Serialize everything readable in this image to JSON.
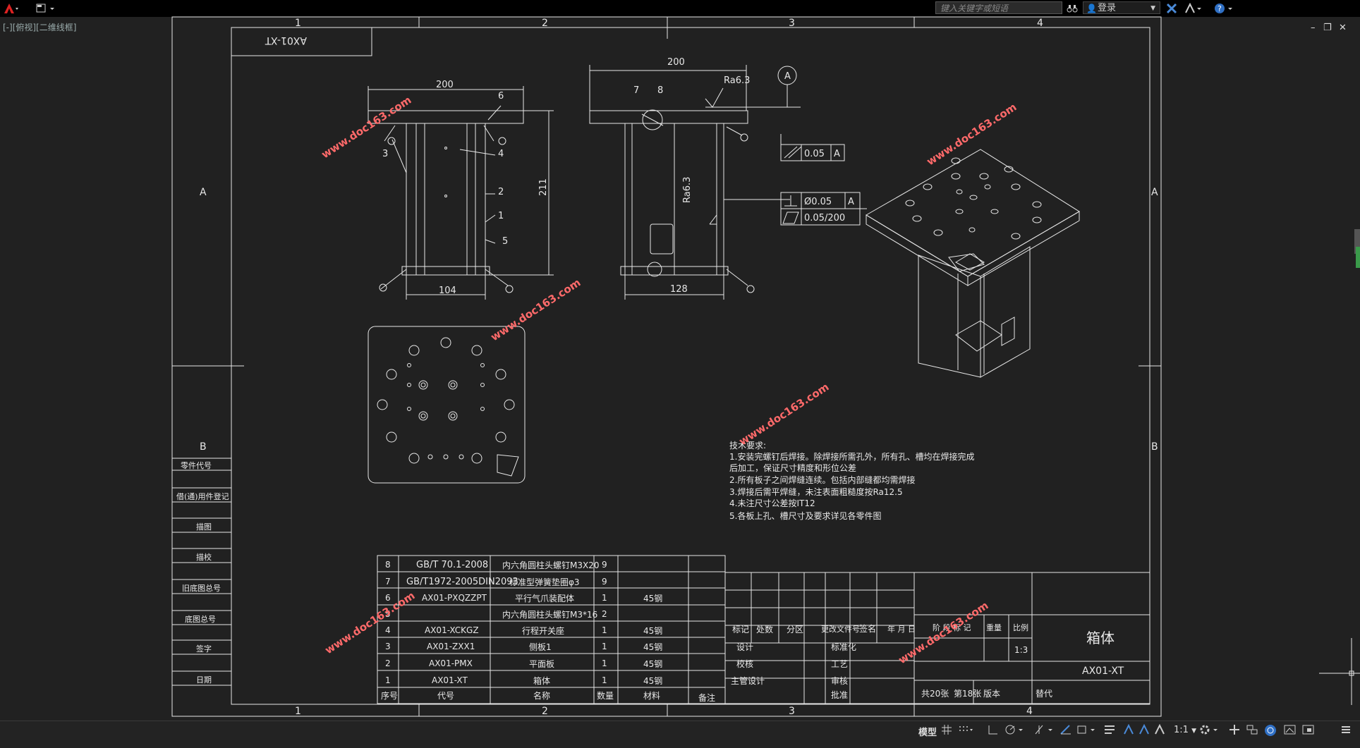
{
  "toolbar": {
    "search_placeholder": "键入关键字或短语",
    "login_label": "登录"
  },
  "viewport_label": "[-][俯视][二维线框]",
  "frame": {
    "col_numbers": [
      "1",
      "2",
      "3",
      "4"
    ],
    "row_letters": [
      "A",
      "B"
    ]
  },
  "title_block_label": "AX01-XT",
  "dimensions": {
    "front_width": "200",
    "front_height": "211",
    "front_base": "104",
    "side_width": "200",
    "side_base": "128",
    "roughness_top": "Ra6.3",
    "roughness_side": "Ra6.3",
    "datum": "A",
    "parallel_tol": "0.05",
    "perp_tol": "Ø0.05",
    "flat_tol": "0.05/200",
    "callouts": [
      "6",
      "3",
      "4",
      "2",
      "1",
      "5",
      "7",
      "8"
    ]
  },
  "tech_notes": {
    "title": "技术要求:",
    "lines": [
      "1.安装完螺钉后焊接。除焊接所需孔外，所有孔、槽均在焊接完成",
      "后加工，保证尺寸精度和形位公差",
      "2.所有板子之间焊缝连续。包括内部缝都均需焊接",
      "3.焊接后需平焊缝，未注表面粗糙度按Ra12.5",
      "4.未注尺寸公差按IT12",
      "5.各板上孔、槽尺寸及要求详见各零件图"
    ]
  },
  "left_panel": [
    "零件代号",
    "借(通)用件登记",
    "描图",
    "描校",
    "旧底图总号",
    "底图总号",
    "签字",
    "日期"
  ],
  "bom": {
    "rows": [
      {
        "no": "8",
        "code": "GB/T 70.1-2008",
        "name": "内六角圆柱头螺钉M3X20",
        "qty": "9",
        "mat": ""
      },
      {
        "no": "7",
        "code": "GB/T1972-2005DIN2093",
        "name": "标准型弹簧垫圈φ3",
        "qty": "9",
        "mat": ""
      },
      {
        "no": "6",
        "code": "AX01-PXQZZPT",
        "name": "平行气爪装配体",
        "qty": "1",
        "mat": "45钢"
      },
      {
        "no": "5",
        "code": "",
        "name": "内六角圆柱头螺钉M3*16",
        "qty": "2",
        "mat": ""
      },
      {
        "no": "4",
        "code": "AX01-XCKGZ",
        "name": "行程开关座",
        "qty": "1",
        "mat": "45钢"
      },
      {
        "no": "3",
        "code": "AX01-ZXX1",
        "name": "侧板1",
        "qty": "1",
        "mat": "45钢"
      },
      {
        "no": "2",
        "code": "AX01-PMX",
        "name": "平面板",
        "qty": "1",
        "mat": "45钢"
      },
      {
        "no": "1",
        "code": "AX01-XT",
        "name": "箱体",
        "qty": "1",
        "mat": "45钢"
      }
    ],
    "headers": {
      "no": "序号",
      "code": "代号",
      "name": "名称",
      "qty": "数量",
      "mat": "材料",
      "note": "备注"
    }
  },
  "title_block": {
    "mark": "标记",
    "count": "处数",
    "zone": "分区",
    "doc_no": "更改文件号",
    "sign": "签名",
    "date": "年 月 日",
    "design": "设计",
    "check": "校核",
    "chief": "主管设计",
    "standard": "标准化",
    "process": "工艺",
    "review": "审核",
    "approve": "批准",
    "stage": "阶 段 标 记",
    "weight": "重量",
    "scale_label": "比例",
    "scale": "1:3",
    "part_name": "箱体",
    "part_code": "AX01-XT",
    "sheets": "共20张",
    "sheet_no": "第18张",
    "version": "版本",
    "replace": "替代"
  },
  "watermark": "www.doc163.com",
  "status": {
    "model": "模型",
    "scale": "1:1"
  }
}
